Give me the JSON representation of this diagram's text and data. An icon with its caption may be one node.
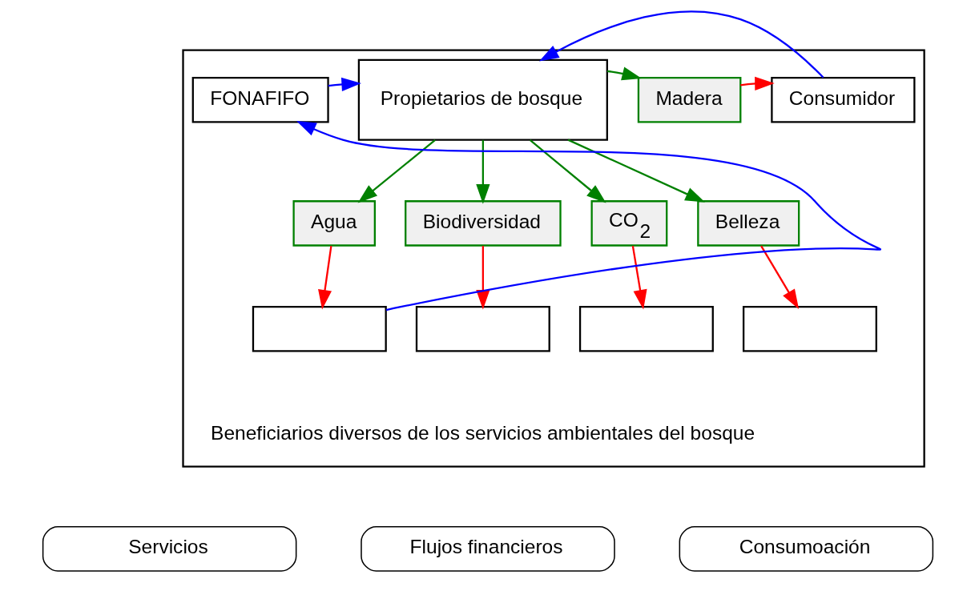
{
  "diagram": {
    "nodes": [
      {
        "text": [],
        "shape": "box"
      },
      {
        "text": [
          "FONAFIFO"
        ],
        "in": 0
      },
      {
        "text": [
          "Propietarios de bosque"
        ],
        "in": 0
      },
      {
        "text": [
          "Madera"
        ],
        "in": 0
      },
      {
        "text": [
          "Consumidor"
        ],
        "in": 0
      },
      {
        "text": [
          "Agua"
        ],
        "in": 0
      },
      {
        "text": [
          "Biodiversidad"
        ],
        "in": 0
      },
      {
        "text": [
          "CO$_{2}$"
        ],
        "in": 0
      },
      {
        "text": [
          "Belleza"
        ],
        "in": 0
      },
      {
        "text": [],
        "shape": "box",
        "in": 0
      },
      {
        "text": [],
        "shape": "box",
        "in": 0
      },
      {
        "text": [],
        "shape": "box",
        "in": 0
      },
      {
        "text": [],
        "shape": "box",
        "in": 0
      }
    ],
    "edges": [
      {
        "from": 1,
        "to": 2,
        "arrow": "to",
        "color": "#0000ff"
      },
      {
        "from": 4,
        "to": 2,
        "arrow": "to",
        "color": "#0000ff"
      },
      {
        "from": 2,
        "to": 3,
        "arrow": "to",
        "color": "#008000"
      },
      {
        "from": 3,
        "to": 4,
        "arrow": "to",
        "color": "#ff0000"
      },
      {
        "from": 2,
        "to": 5,
        "arrow": "to",
        "color": "#008000"
      },
      {
        "from": 2,
        "to": 6,
        "arrow": "to",
        "color": "#008000"
      },
      {
        "from": 2,
        "to": 7,
        "arrow": "to",
        "color": "#008000"
      },
      {
        "from": 2,
        "to": 8,
        "arrow": "to",
        "color": "#008000"
      },
      {
        "from": 5,
        "to": 9,
        "arrow": "to",
        "color": "#ff0000"
      },
      {
        "from": 6,
        "to": 10,
        "arrow": "to",
        "color": "#ff0000"
      },
      {
        "from": 7,
        "to": 11,
        "arrow": "to",
        "color": "#ff0000"
      },
      {
        "from": 8,
        "to": 12,
        "arrow": "to",
        "color": "#ff0000"
      },
      {
        "from": 9,
        "to": 1,
        "arrow": "to",
        "color": "#0000ff"
      }
    ],
    "labels": [
      "Beneficiarios diversos de los servicios ambientales del bosque"
    ],
    "legend": [
      {
        "text": "Servicios"
      },
      {
        "text": "Flujos financieros"
      },
      {
        "text": "Consumoación"
      }
    ]
  }
}
